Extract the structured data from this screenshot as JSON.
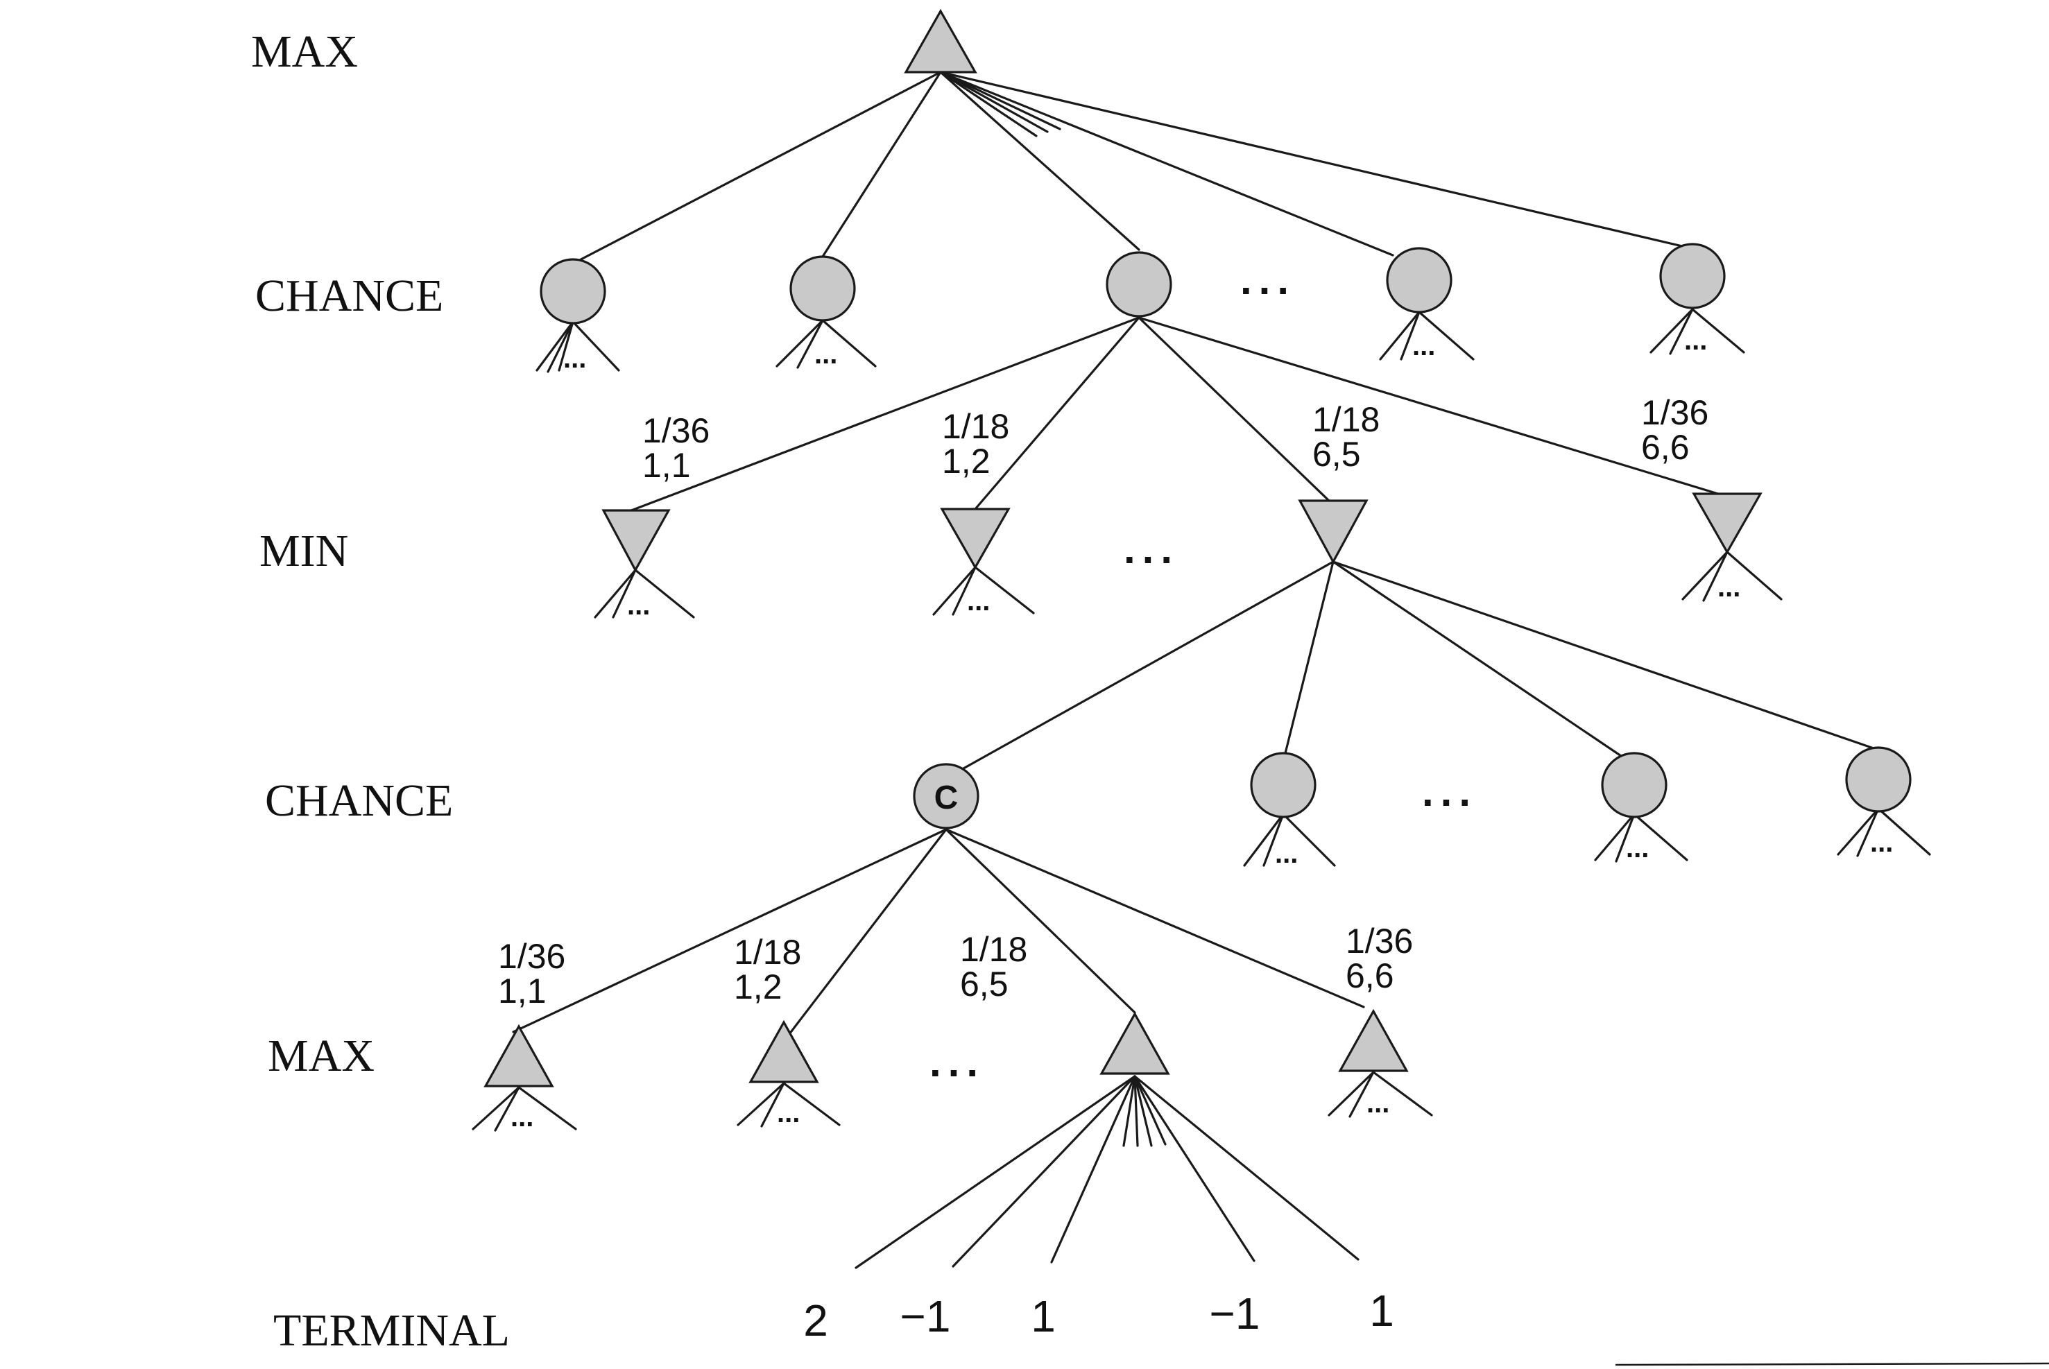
{
  "levels": {
    "max_top": "MAX",
    "chance_top": "CHANCE",
    "min": "MIN",
    "chance_bottom": "CHANCE",
    "max_bottom": "MAX",
    "terminal": "TERMINAL"
  },
  "ellipsis": "...",
  "big_ellipsis": "...",
  "chance_node_label": "C",
  "upper_branches": [
    {
      "probability": "1/36",
      "dice": "1,1"
    },
    {
      "probability": "1/18",
      "dice": "1,2"
    },
    {
      "probability": "1/18",
      "dice": "6,5"
    },
    {
      "probability": "1/36",
      "dice": "6,6"
    }
  ],
  "lower_branches": [
    {
      "probability": "1/36",
      "dice": "1,1"
    },
    {
      "probability": "1/18",
      "dice": "1,2"
    },
    {
      "probability": "1/18",
      "dice": "6,5"
    },
    {
      "probability": "1/36",
      "dice": "6,6"
    }
  ],
  "terminal_values": [
    "2",
    "−1",
    "1",
    "−1",
    "1"
  ],
  "colors": {
    "node_fill": "#c9c9c9",
    "stroke": "#1a1a1a"
  }
}
